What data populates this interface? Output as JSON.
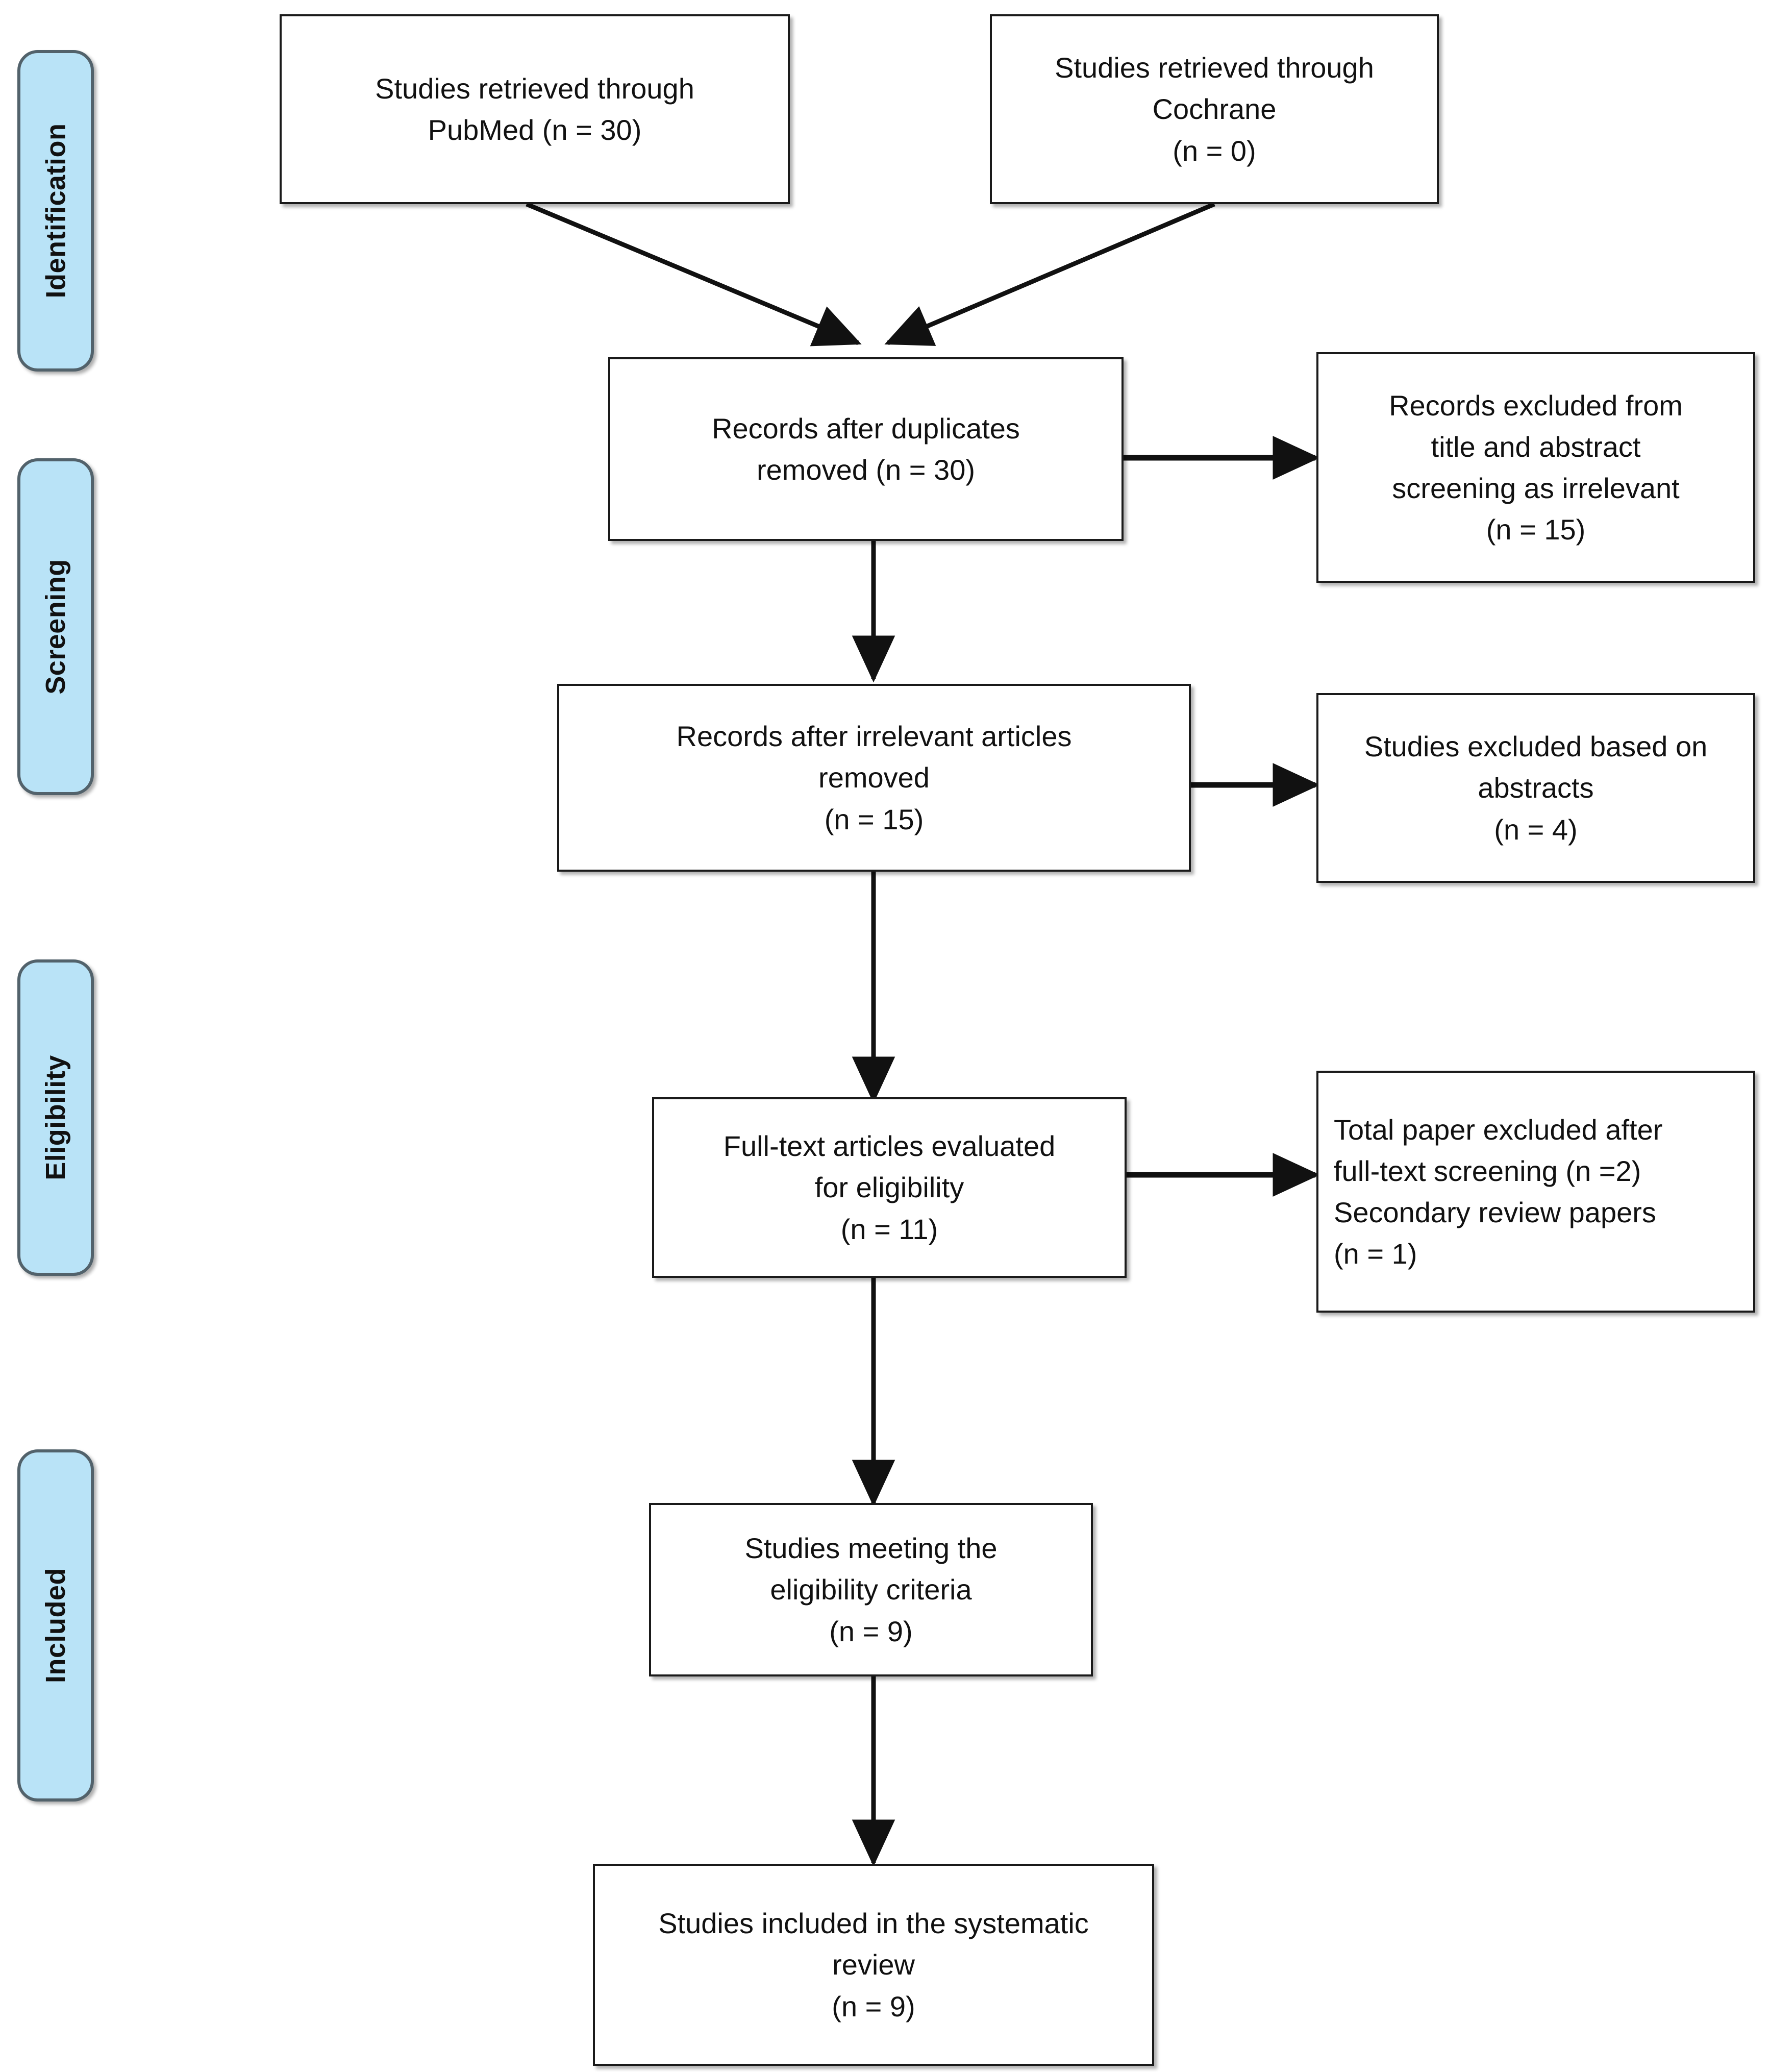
{
  "figure": {
    "kind": "prisma-flow-diagram",
    "colors": {
      "stage_pill_fill": "#b9e3f7",
      "stage_pill_border": "#52626b",
      "box_border": "#1a1a1a",
      "box_fill": "#ffffff",
      "connector": "#111111",
      "text": "#111111",
      "background": "#ffffff"
    }
  },
  "stages": [
    {
      "id": "identification",
      "label": "Identification"
    },
    {
      "id": "screening",
      "label": "Screening"
    },
    {
      "id": "eligibility",
      "label": "Eligibility"
    },
    {
      "id": "included",
      "label": "Included"
    }
  ],
  "boxes": {
    "pubmed": {
      "id": "studies-retrieved-pubmed",
      "text": "Studies retrieved through\nPubMed (n = 30)",
      "count": 30,
      "source": "PubMed"
    },
    "cochrane": {
      "id": "studies-retrieved-cochrane",
      "text": "Studies retrieved through\nCochrane\n(n = 0)",
      "count": 0,
      "source": "Cochrane"
    },
    "duplicates_removed": {
      "id": "records-after-duplicates-removed",
      "text": "Records after duplicates\nremoved (n = 30)",
      "count": 30
    },
    "excluded_title_abstract": {
      "id": "records-excluded-title-abstract",
      "text": "Records excluded from\ntitle and abstract\nscreening as irrelevant\n(n = 15)",
      "count": 15
    },
    "irrelevant_removed": {
      "id": "records-after-irrelevant-removed",
      "text": "Records after irrelevant articles\nremoved\n(n = 15)",
      "count": 15
    },
    "excluded_abstracts": {
      "id": "studies-excluded-abstracts",
      "text": "Studies excluded based on\nabstracts\n(n = 4)",
      "count": 4
    },
    "fulltext_evaluated": {
      "id": "full-text-articles-evaluated",
      "text": "Full-text articles evaluated\nfor eligibility\n(n = 11)",
      "count": 11
    },
    "excluded_fulltext": {
      "id": "total-paper-excluded-full-text",
      "text": "Total paper excluded after\nfull-text screening (n =2)\nSecondary review papers\n(n = 1)",
      "count_fulltext": 2,
      "count_secondary_review": 1
    },
    "meeting_criteria": {
      "id": "studies-meeting-eligibility-criteria",
      "text": "Studies meeting the\neligibility criteria\n(n = 9)",
      "count": 9
    },
    "included_systematic": {
      "id": "studies-included-systematic-review",
      "text": "Studies included in the systematic\nreview\n(n = 9)",
      "count": 9
    }
  },
  "connectors": [
    {
      "id": "pubmed-to-duplicates",
      "from": "pubmed",
      "to": "duplicates_removed",
      "type": "diagonal-arrow"
    },
    {
      "id": "cochrane-to-duplicates",
      "from": "cochrane",
      "to": "duplicates_removed",
      "type": "diagonal-arrow"
    },
    {
      "id": "duplicates-to-excluded-title-abstract",
      "from": "duplicates_removed",
      "to": "excluded_title_abstract",
      "type": "horizontal-arrow"
    },
    {
      "id": "duplicates-to-irrelevant-removed",
      "from": "duplicates_removed",
      "to": "irrelevant_removed",
      "type": "vertical-arrow"
    },
    {
      "id": "irrelevant-to-excluded-abstracts",
      "from": "irrelevant_removed",
      "to": "excluded_abstracts",
      "type": "horizontal-arrow"
    },
    {
      "id": "irrelevant-to-fulltext",
      "from": "irrelevant_removed",
      "to": "fulltext_evaluated",
      "type": "vertical-arrow"
    },
    {
      "id": "fulltext-to-excluded-fulltext",
      "from": "fulltext_evaluated",
      "to": "excluded_fulltext",
      "type": "horizontal-arrow"
    },
    {
      "id": "fulltext-to-meeting-criteria",
      "from": "fulltext_evaluated",
      "to": "meeting_criteria",
      "type": "vertical-arrow"
    },
    {
      "id": "meeting-to-included",
      "from": "meeting_criteria",
      "to": "included_systematic",
      "type": "vertical-arrow"
    }
  ]
}
